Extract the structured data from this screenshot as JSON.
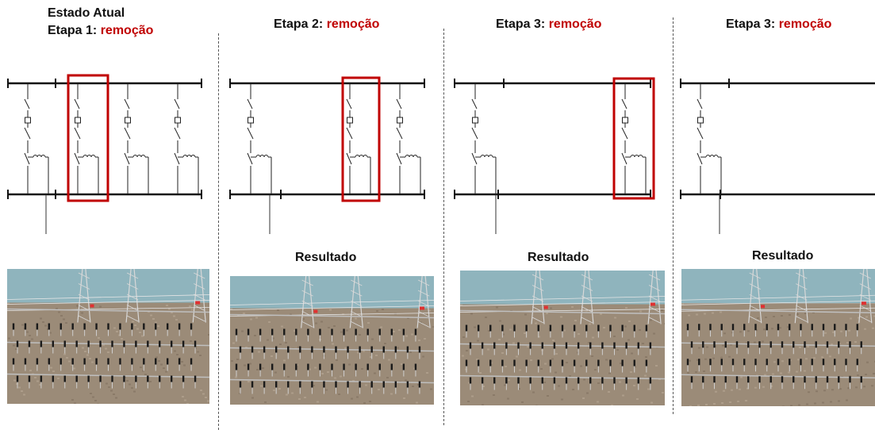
{
  "panels": [
    {
      "title_line1": "Estado Atual",
      "title_prefix": "Etapa 1:",
      "title_highlight": "remoção"
    },
    {
      "title_prefix": "Etapa 2:",
      "title_highlight": "remoção",
      "result_label": "Resultado"
    },
    {
      "title_prefix": "Etapa 3:",
      "title_highlight": "remoção",
      "result_label": "Resultado"
    },
    {
      "title_prefix": "Etapa 3:",
      "title_highlight": "remoção",
      "result_label": "Resultado"
    }
  ],
  "colors": {
    "highlight": "#c00000",
    "sky": "#8fb4bd",
    "ground": "#9b8b78",
    "structure": "#d8d8d8",
    "insulator": "#1a1a1a",
    "marker": "#e03030"
  }
}
